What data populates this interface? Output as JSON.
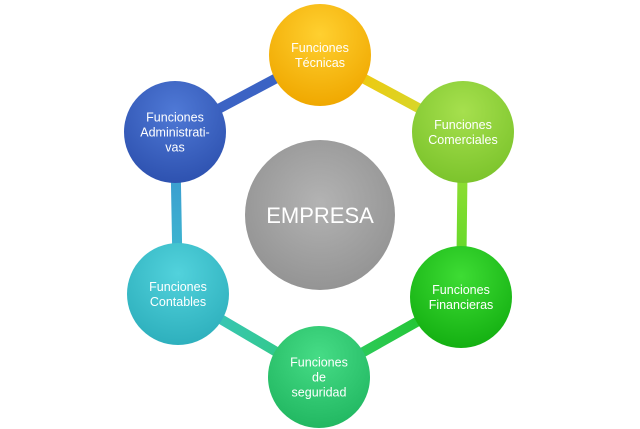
{
  "center": {
    "label": "EMPRESA",
    "color": "#a6a6a6"
  },
  "nodes": [
    {
      "lines": [
        "Funciones",
        "Técnicas"
      ],
      "color": "#ffc000"
    },
    {
      "lines": [
        "Funciones",
        "Comerciales"
      ],
      "color": "#92d050"
    },
    {
      "lines": [
        "Funciones",
        "Financieras"
      ],
      "color": "#22c41e"
    },
    {
      "lines": [
        "Funciones",
        "de",
        "seguridad"
      ],
      "color": "#2ecc71"
    },
    {
      "lines": [
        "Funciones",
        "Contables"
      ],
      "color": "#3cc3cf"
    },
    {
      "lines": [
        "Funciones",
        "Administrati-",
        "vas"
      ],
      "color": "#3b63c4"
    }
  ]
}
